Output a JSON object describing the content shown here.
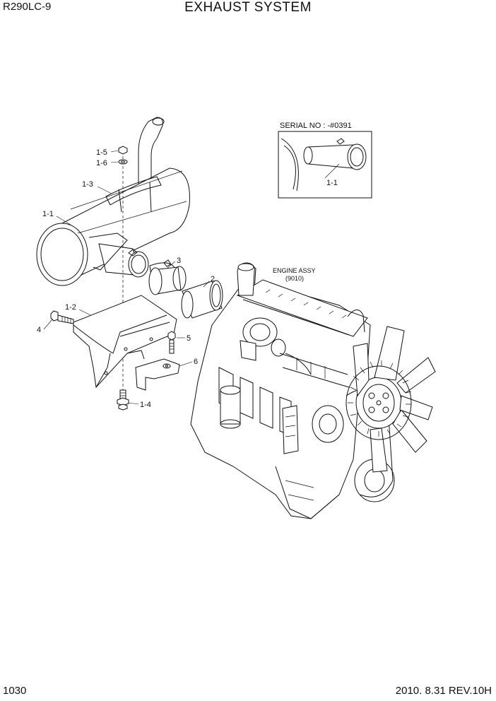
{
  "header": {
    "model": "R290LC-9",
    "title": "EXHAUST SYSTEM"
  },
  "footer": {
    "page_number": "1030",
    "revision": "2010. 8.31  REV.10H"
  },
  "inset": {
    "serial_label": "SERIAL NO : -#0391",
    "part_label": "1-1"
  },
  "engine": {
    "label_line1": "ENGINE ASSY",
    "label_line2": "(9010)"
  },
  "callouts": {
    "c1_5": "1-5",
    "c1_6": "1-6",
    "c1_3": "1-3",
    "c1_1": "1-1",
    "c3": "3",
    "c2": "2",
    "c1_2": "1-2",
    "c4": "4",
    "c5": "5",
    "c6": "6",
    "c1_4": "1-4"
  }
}
